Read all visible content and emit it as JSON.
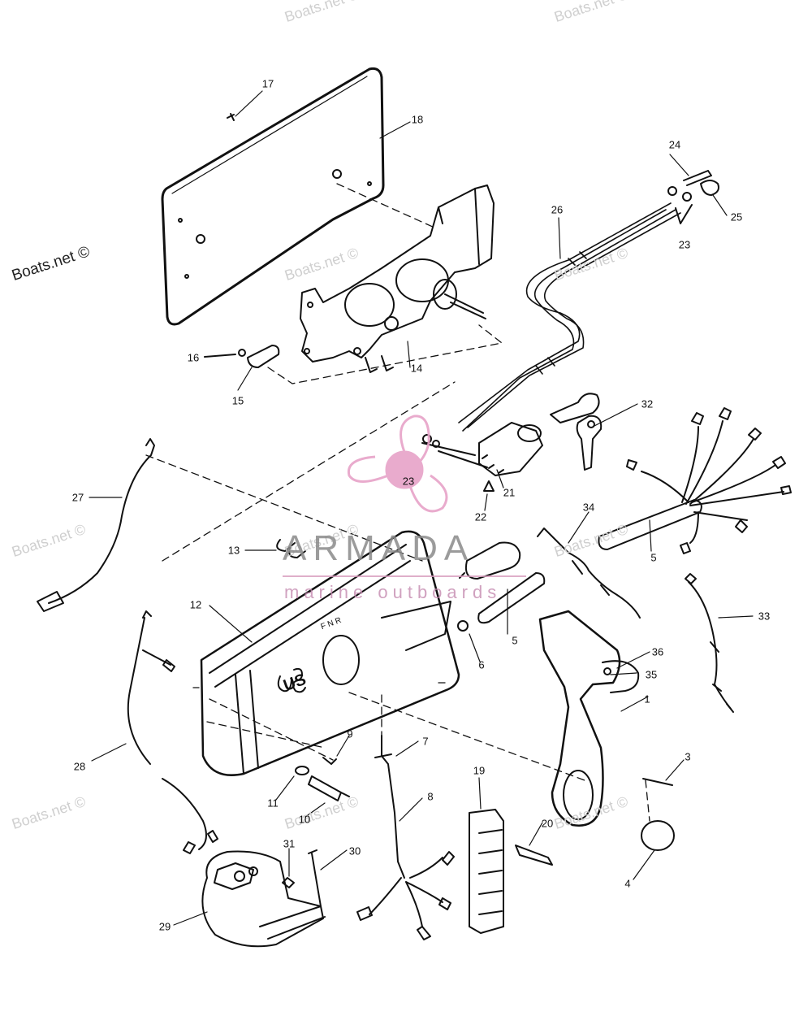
{
  "watermarks": {
    "site": "Boats.net ©",
    "brand": "ARMADA",
    "brand_sub": "marine outboards"
  },
  "callouts": {
    "c1": "1",
    "c3": "3",
    "c4": "4",
    "c5a": "5",
    "c5b": "5",
    "c6": "6",
    "c7": "7",
    "c8": "8",
    "c9": "9",
    "c10": "10",
    "c11": "11",
    "c12": "12",
    "c13": "13",
    "c14": "14",
    "c15": "15",
    "c16": "16",
    "c17": "17",
    "c18": "18",
    "c19": "19",
    "c20": "20",
    "c21": "21",
    "c22": "22",
    "c23a": "23",
    "c23b": "23",
    "c24": "24",
    "c25": "25",
    "c26": "26",
    "c27": "27",
    "c28": "28",
    "c29": "29",
    "c30": "30",
    "c31": "31",
    "c32": "32",
    "c33": "33",
    "c34": "34",
    "c35": "35",
    "c36": "36"
  },
  "housing_marks": {
    "logo": "US",
    "shift_letters": "F  N  R"
  },
  "colors": {
    "line": "#111111",
    "watermark": "#cfcfcf",
    "brand_pink": "#e7a3c8"
  }
}
